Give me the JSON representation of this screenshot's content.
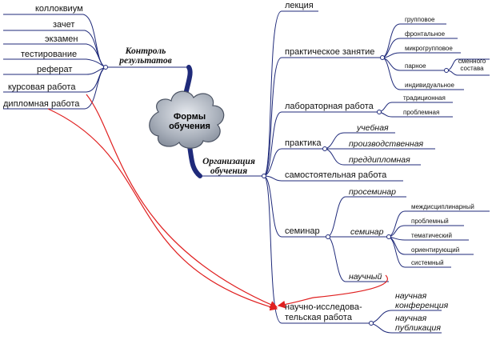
{
  "center": {
    "line1": "Формы",
    "line2": "обучения"
  },
  "left_branch": {
    "title_line1": "Контроль",
    "title_line2": "результатов",
    "items": [
      "коллоквиум",
      "зачет",
      "экзамен",
      "тестирование",
      "реферат",
      "курсовая работа",
      "дипломная работа"
    ]
  },
  "right_branch": {
    "title_line1": "Организация",
    "title_line2": "обучения",
    "lecture": "лекция",
    "practical": {
      "label": "практическое занятие",
      "items": [
        "групповое",
        "фронтальное",
        "микрогрупповое",
        "парное",
        "индивидуальное"
      ],
      "pair_sub_line1": "сменного",
      "pair_sub_line2": "состава"
    },
    "lab": {
      "label": "лабораторная работа",
      "items": [
        "традиционная",
        "проблемная"
      ]
    },
    "practice": {
      "label": "практика",
      "items": [
        "учебная",
        "производственная",
        "преддипломная"
      ]
    },
    "independent": "самостоятельная работа",
    "seminar": {
      "label": "семинар",
      "proseminar": "просеминар",
      "seminar_sub": "семинар",
      "seminar_items": [
        "междисциплинарный",
        "проблемный",
        "тематический",
        "ориентирующий",
        "системный"
      ],
      "scientific": "научный"
    },
    "research": {
      "label_line1": "научно-исследова-",
      "label_line2": "тельская работа",
      "items": [
        {
          "line1": "научная",
          "line2": "конференция"
        },
        {
          "line1": "научная",
          "line2": "публикация"
        }
      ]
    }
  },
  "colors": {
    "line": "#1f2a7a",
    "cross_link": "#e02020",
    "cloud_fill": "#9aa3b0"
  }
}
